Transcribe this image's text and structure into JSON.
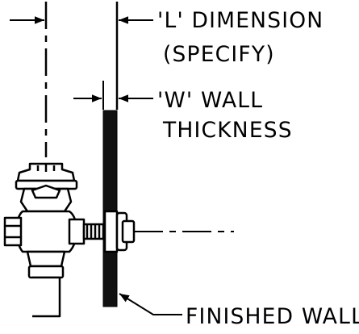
{
  "labels": {
    "l_dimension_line1": "'L' DIMENSION",
    "l_dimension_line2": "(SPECIFY)",
    "w_wall_line1": "'W' WALL",
    "w_wall_line2": "THICKNESS",
    "finished_wall": "FINISHED WALL"
  },
  "colors": {
    "ink": "#000000",
    "paper": "#ffffff"
  }
}
